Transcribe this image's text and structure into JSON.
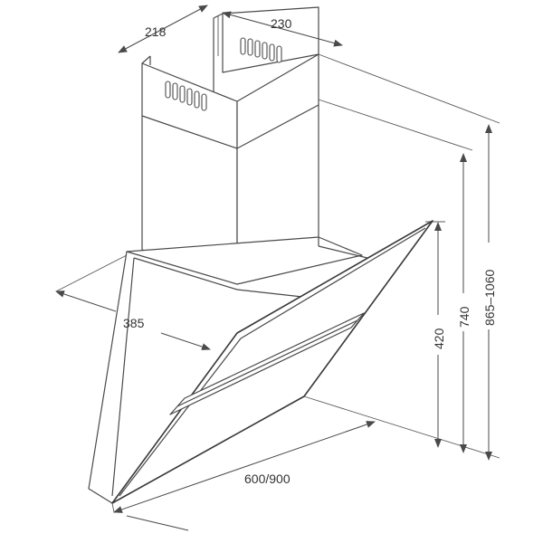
{
  "dimensions": {
    "chimney_depth": "218",
    "chimney_width": "230",
    "hood_depth": "385",
    "glass_height": "420",
    "body_height": "740",
    "total_height": "865–1060",
    "hood_width": "600/900"
  },
  "colors": {
    "line": "#4a4a4a",
    "text": "#333333",
    "background": "#ffffff"
  }
}
